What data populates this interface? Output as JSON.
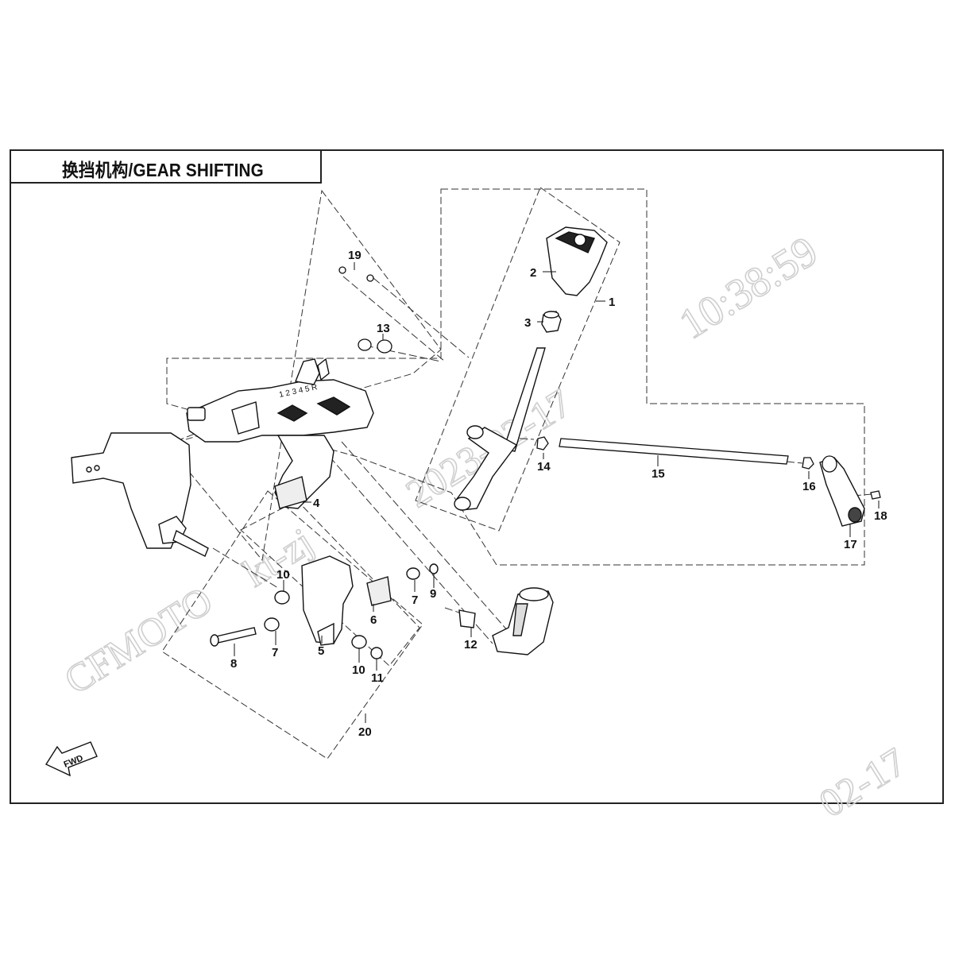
{
  "title": "换挡机构/GEAR SHIFTING",
  "direction_label": "FWD",
  "watermarks": {
    "brand": "CFMOTO",
    "code": "kt-zj",
    "date": "2023-02-17",
    "time": "10:38:59",
    "date_corner": "02-17"
  },
  "callouts": [
    "1",
    "2",
    "3",
    "4",
    "5",
    "6",
    "7",
    "7",
    "8",
    "9",
    "10",
    "10",
    "11",
    "12",
    "13",
    "14",
    "15",
    "16",
    "17",
    "18",
    "19",
    "20"
  ],
  "gear_pattern_text": "1 2 3 4 5 R"
}
